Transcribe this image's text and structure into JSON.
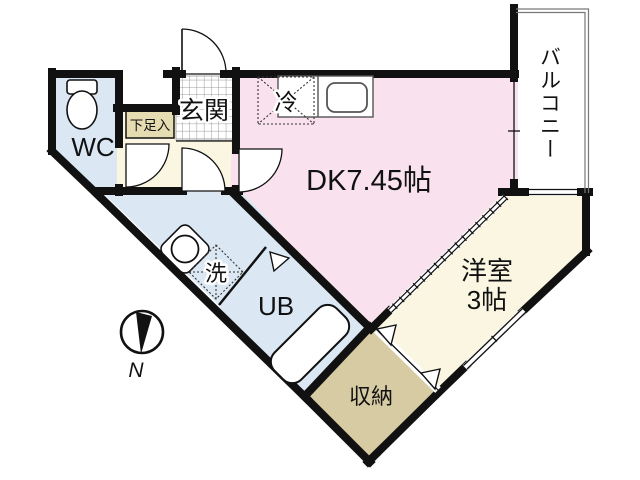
{
  "plan": {
    "rooms": {
      "wc": "WC",
      "shoe_cabinet": "下足入",
      "entrance": "玄関",
      "fridge": "冷",
      "dining_kitchen": "DK7.45帖",
      "balcony": "バルコニー",
      "western_room_line1": "洋室",
      "western_room_line2": "3帖",
      "washer": "洗",
      "unit_bath": "UB",
      "storage": "収納"
    },
    "compass": {
      "north_label": "N"
    },
    "colors": {
      "wall": "#111111",
      "water_rooms": "#dbe8f3",
      "flooring": "#faf6e1",
      "dk": "#f9e2ed",
      "storage": "#d7cba4",
      "shoe_cabinet": "#e6dcb2",
      "balcony": "#ffffff",
      "tile_line": "#9a9a9a"
    }
  }
}
